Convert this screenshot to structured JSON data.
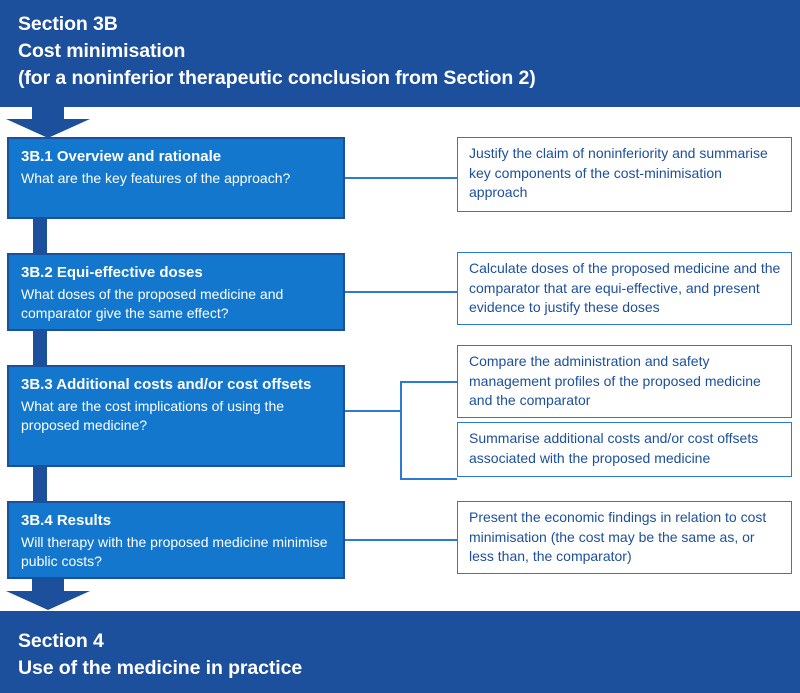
{
  "header": {
    "line1": "Section 3B",
    "line2": "Cost minimisation",
    "line3": "(for a noninferior therapeutic conclusion from Section 2)"
  },
  "footer": {
    "line1": "Section 4",
    "line2": "Use of the medicine in practice"
  },
  "steps": [
    {
      "id": "3b1",
      "title": "3B.1 Overview and rationale",
      "question": "What are the key features of the approach?",
      "descriptions": [
        "Justify the claim of noninferiority and summarise key components of the cost-minimisation approach"
      ]
    },
    {
      "id": "3b2",
      "title": "3B.2 Equi-effective doses",
      "question": "What doses of the proposed medicine and comparator give the same effect?",
      "descriptions": [
        "Calculate doses of the proposed medicine and the comparator that are equi-effective, and present evidence to justify these doses"
      ]
    },
    {
      "id": "3b3",
      "title": "3B.3 Additional costs and/or cost offsets",
      "question": "What are the cost implications of using the proposed medicine?",
      "descriptions": [
        "Compare the administration and safety management profiles of the proposed medicine and the comparator",
        "Summarise additional costs and/or cost offsets associated with the proposed medicine"
      ]
    },
    {
      "id": "3b4",
      "title": "3B.4 Results",
      "question": "Will therapy with the proposed medicine minimise public costs?",
      "descriptions": [
        "Present the economic findings in relation to cost minimisation (the cost may be the same as, or less than, the comparator)"
      ]
    }
  ],
  "colors": {
    "dark_blue": "#1c4f9c",
    "mid_blue": "#1277cd",
    "line_blue": "#2b7bd4",
    "white": "#ffffff"
  }
}
